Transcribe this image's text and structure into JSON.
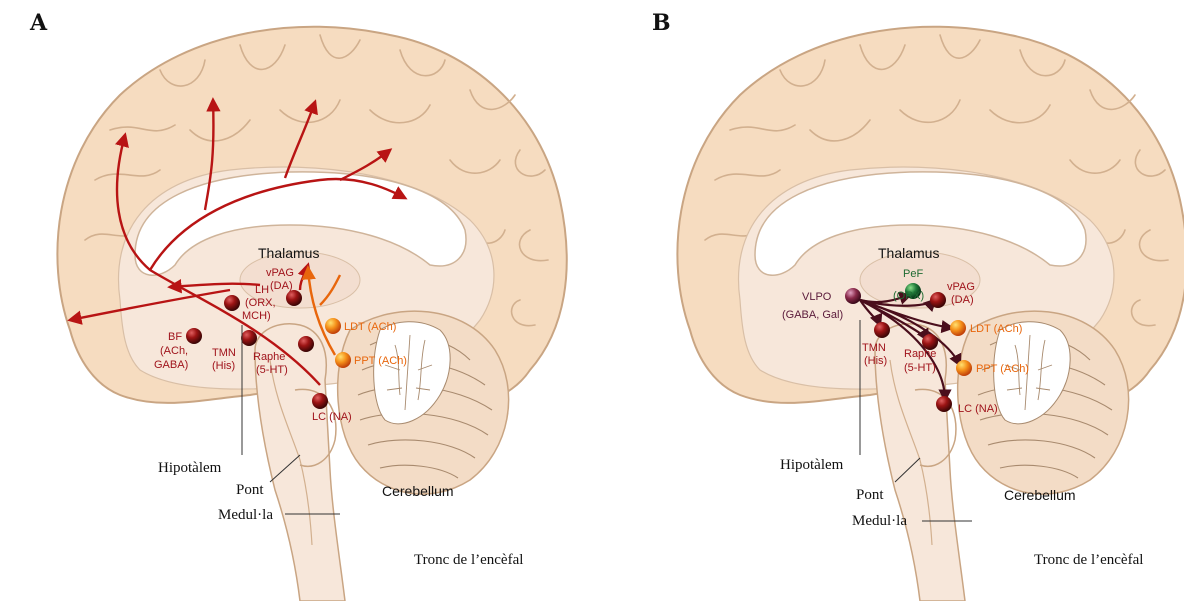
{
  "panels": [
    {
      "letter": "A",
      "structures": {
        "thalamus": "Thalamus",
        "hypothalamus": "Hipotàlem",
        "pons": "Pont",
        "medulla": "Medul·la",
        "cerebellum": "Cerebellum",
        "brainstem": "Tronc de l’encèfal"
      },
      "nuclei": {
        "vpag_1": "vPAG",
        "vpag_2": "(DA)",
        "lh_1": "LH",
        "lh_2": "(ORX,",
        "lh_3": "MCH)",
        "bf_1": "BF",
        "bf_2": "(ACh,",
        "bf_3": "GABA)",
        "tmn_1": "TMN",
        "tmn_2": "(His)",
        "raphe_1": "Raphe",
        "raphe_2": "(5-HT)",
        "ldt": "LDT (ACh)",
        "ppt": "PPT (ACh)",
        "lc": "LC (NA)"
      }
    },
    {
      "letter": "B",
      "structures": {
        "thalamus": "Thalamus",
        "hypothalamus": "Hipotàlem",
        "pons": "Pont",
        "medulla": "Medul·la",
        "cerebellum": "Cerebellum",
        "brainstem": "Tronc de l’encèfal"
      },
      "nuclei": {
        "pef_1": "PeF",
        "pef_2": "(ORX)",
        "vlpo_1": "VLPO",
        "vlpo_2": "(GABA, Gal)",
        "vpag_1": "vPAG",
        "vpag_2": "(DA)",
        "tmn_1": "TMN",
        "tmn_2": "(His)",
        "raphe_1": "Raphe",
        "raphe_2": "(5-HT)",
        "ldt": "LDT (ACh)",
        "ppt": "PPT (ACh)",
        "lc": "LC (NA)"
      }
    }
  ],
  "colors": {
    "cortex": "#f6dcc0",
    "cortex_stroke": "#c9a583",
    "inner": "#f4e3d6",
    "arrow_red": "#b81414",
    "arrow_dark": "#5a1020",
    "nucleus_red": "#8a1010",
    "nucleus_orange": "#f28a1a",
    "nucleus_purple": "#8a2a4a",
    "nucleus_green": "#1f7a3a"
  }
}
